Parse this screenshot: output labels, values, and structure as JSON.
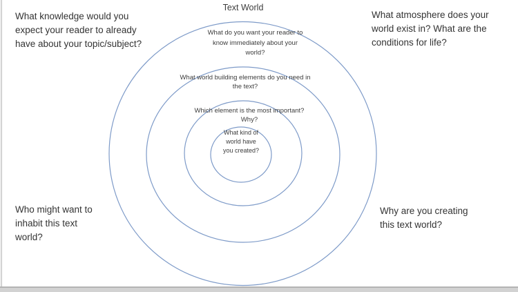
{
  "diagram": {
    "title": "Text World",
    "circle_color": "#7d9ac8",
    "rings": [
      {
        "name": "outer-ring",
        "text": "What  do you want your reader to\nknow immediately about your\nworld?"
      },
      {
        "name": "second-ring",
        "text": "What world building elements do you need in\nthe text?"
      },
      {
        "name": "third-ring",
        "text": "Which element is the most important?\nWhy?"
      },
      {
        "name": "center-circle",
        "text": "What kind of\nworld have\nyou created?"
      }
    ]
  },
  "corner_notes": {
    "top_left": "What knowledge would you\nexpect your reader to already\nhave about your topic/subject?",
    "top_right": "What atmosphere does your\nworld exist in? What are the\nconditions for life?",
    "bottom_left": "Who might want to\ninhabit this text\nworld?",
    "bottom_right": "Why are you creating\nthis text world?"
  }
}
